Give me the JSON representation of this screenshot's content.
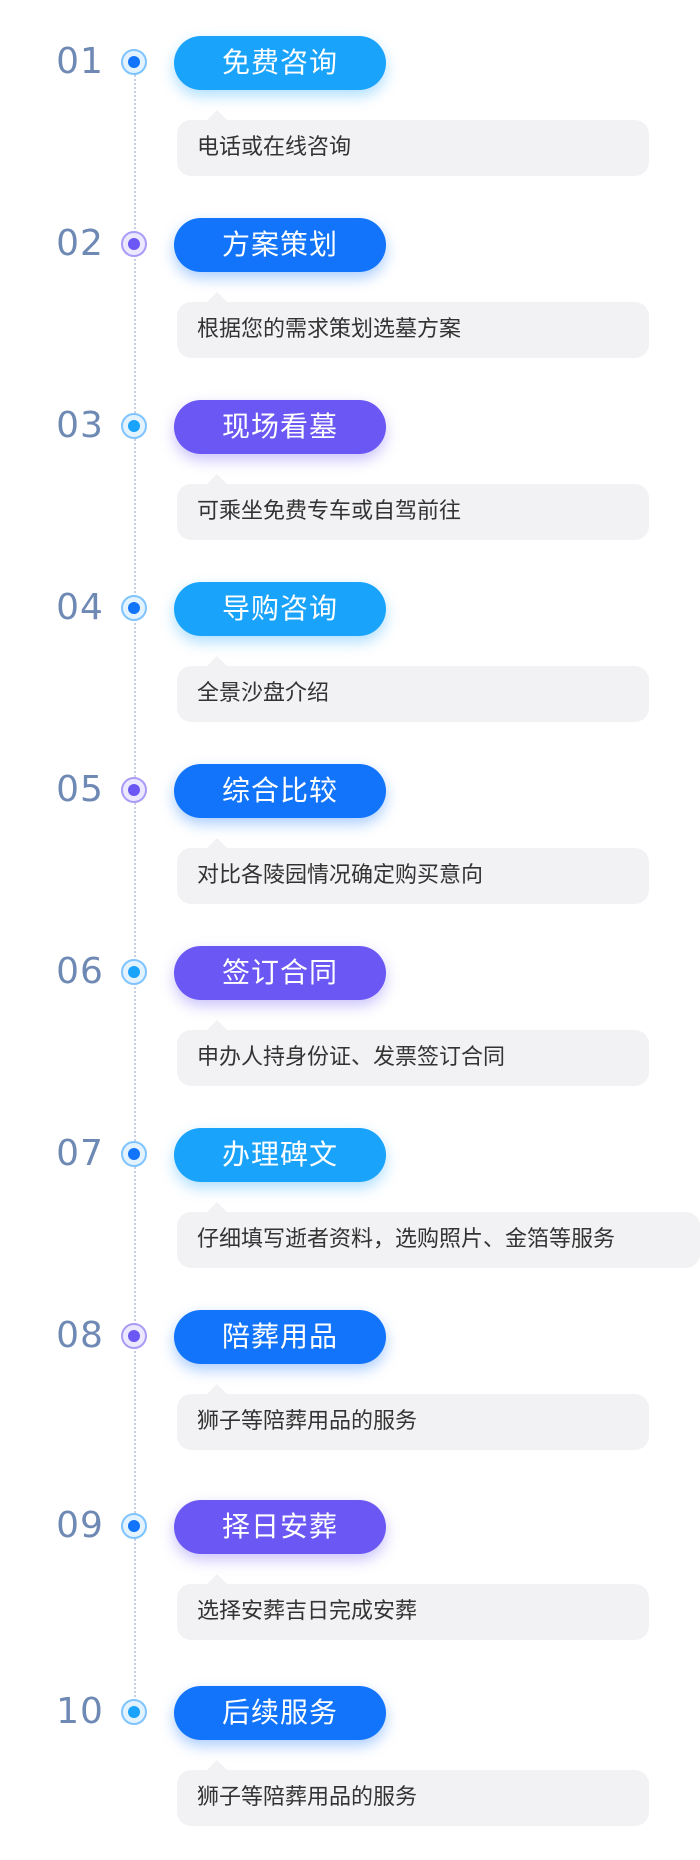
{
  "colors": {
    "cyan": "#1aa3fb",
    "blue": "#1174fb",
    "purple": "#6b57f3",
    "number": "#6f89b5",
    "desc_bg": "#f2f2f4"
  },
  "steps": [
    {
      "number": "01",
      "title": "免费咨询",
      "description": "电话或在线咨询"
    },
    {
      "number": "02",
      "title": "方案策划",
      "description": "根据您的需求策划选墓方案"
    },
    {
      "number": "03",
      "title": "现场看墓",
      "description": "可乘坐免费专车或自驾前往"
    },
    {
      "number": "04",
      "title": "导购咨询",
      "description": "全景沙盘介绍"
    },
    {
      "number": "05",
      "title": "综合比较",
      "description": "对比各陵园情况确定购买意向"
    },
    {
      "number": "06",
      "title": "签订合同",
      "description": "申办人持身份证、发票签订合同"
    },
    {
      "number": "07",
      "title": "办理碑文",
      "description": "仔细填写逝者资料，选购照片、金箔等服务"
    },
    {
      "number": "08",
      "title": "陪葬用品",
      "description": "狮子等陪葬用品的服务"
    },
    {
      "number": "09",
      "title": "择日安葬",
      "description": "选择安葬吉日完成安葬"
    },
    {
      "number": "10",
      "title": "后续服务",
      "description": "狮子等陪葬用品的服务"
    }
  ]
}
